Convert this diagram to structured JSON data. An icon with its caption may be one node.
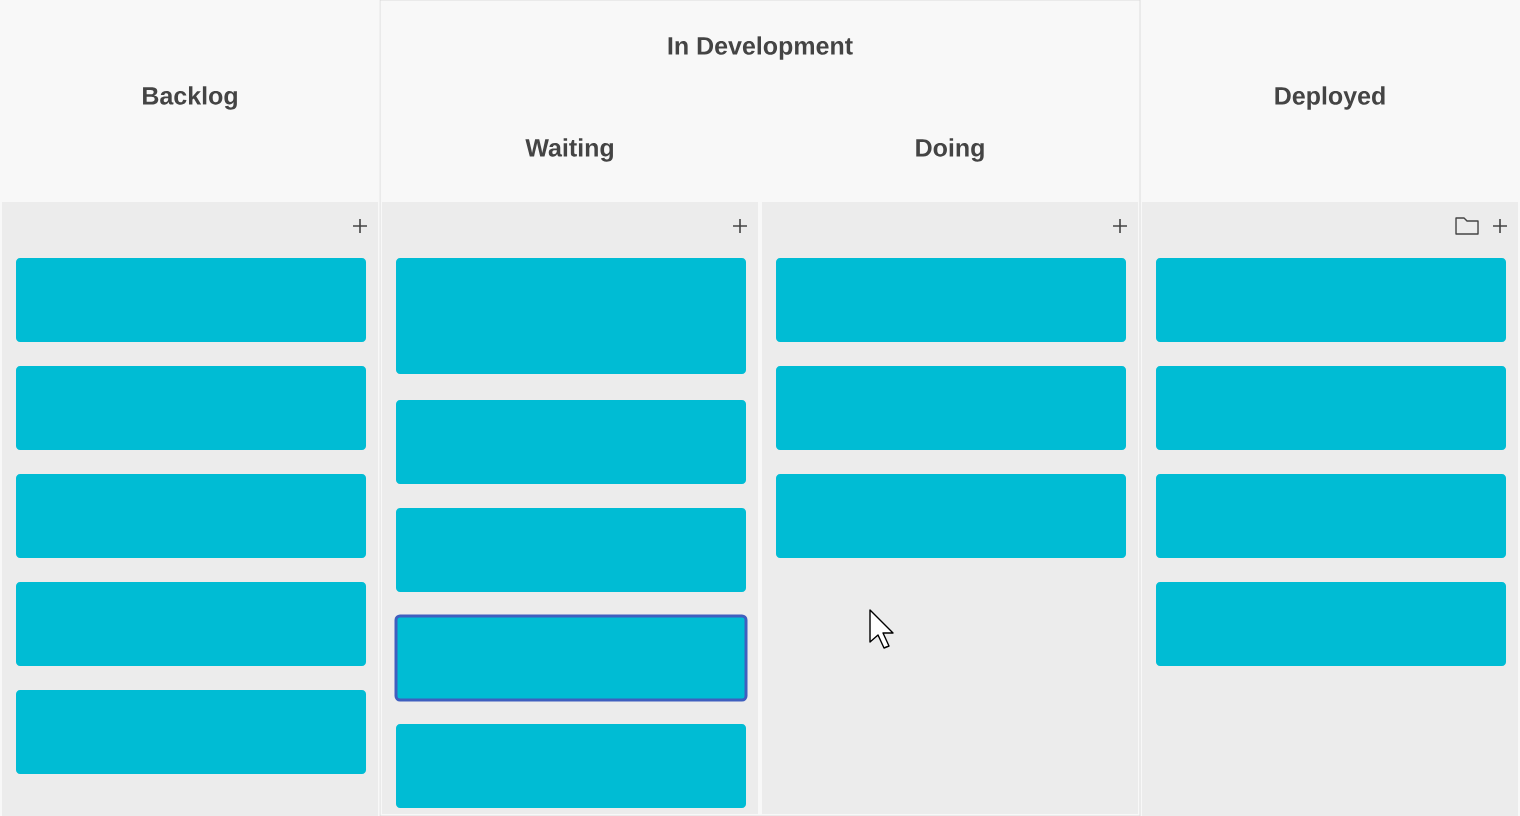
{
  "diagram": {
    "nodes": [
      {
        "text": [
          "Backlog"
        ]
      },
      {
        "text": [
          "In Development"
        ]
      },
      {
        "text": [
          "Waiting"
        ],
        "in": 1
      },
      {
        "text": [
          "Doing"
        ],
        "in": 1
      },
      {
        "text": [
          "Deployed"
        ]
      },
      {
        "text": [],
        "shape": "box",
        "in": 0
      },
      {
        "text": [],
        "shape": "box",
        "in": 0
      },
      {
        "text": [],
        "shape": "box",
        "in": 0
      },
      {
        "text": [],
        "shape": "box",
        "in": 0
      },
      {
        "text": [],
        "shape": "box",
        "in": 0
      },
      {
        "text": [],
        "shape": "box",
        "in": 2
      },
      {
        "text": [],
        "shape": "box",
        "in": 2
      },
      {
        "text": [],
        "shape": "box",
        "in": 2
      },
      {
        "text": [],
        "shape": "box",
        "in": 2
      },
      {
        "text": [],
        "shape": "box",
        "in": 2
      },
      {
        "text": [],
        "shape": "box",
        "in": 3
      },
      {
        "text": [],
        "shape": "box",
        "in": 3
      },
      {
        "text": [],
        "shape": "box",
        "in": 3
      },
      {
        "text": [],
        "shape": "box",
        "in": 4
      },
      {
        "text": [],
        "shape": "box",
        "in": 4
      },
      {
        "text": [],
        "shape": "box",
        "in": 4
      },
      {
        "text": [],
        "shape": "box",
        "in": 4
      }
    ]
  }
}
